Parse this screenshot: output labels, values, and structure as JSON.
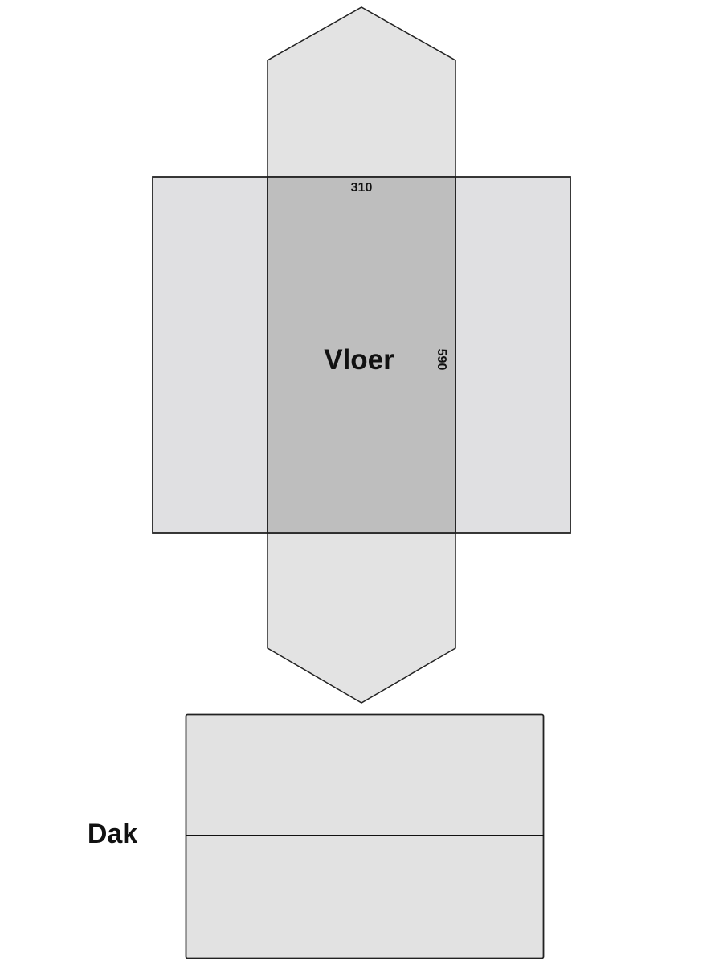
{
  "colors": {
    "panel_fill": "#e3e3e3",
    "side_fill": "#e0e0e2",
    "floor_fill": "#bebebe",
    "stroke": "#222222"
  },
  "floor": {
    "label": "Vloer",
    "width_dimension": "310",
    "length_dimension": "590"
  },
  "roof": {
    "label": "Dak"
  },
  "panels": [
    "top-gable-wall",
    "left-side-wall",
    "floor",
    "right-side-wall",
    "bottom-gable-wall",
    "roof-upper-half",
    "roof-lower-half"
  ]
}
